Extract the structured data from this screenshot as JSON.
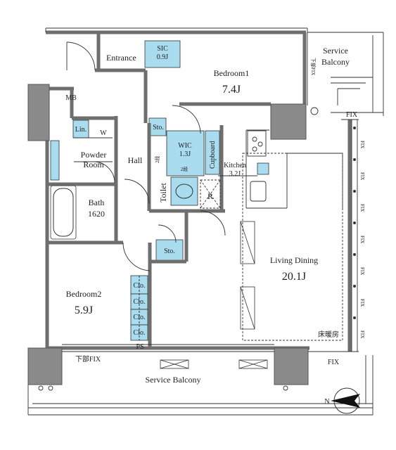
{
  "rooms": {
    "entrance": "Entrance",
    "sic_name": "SIC",
    "sic_size": "0.9J",
    "bedroom1_name": "Bedroom1",
    "bedroom1_size": "7.4J",
    "service_balcony_top_1": "Service",
    "service_balcony_top_2": "Balcony",
    "mb": "MB",
    "lin": "Lin.",
    "w": "W",
    "sto_top": "Sto.",
    "wic_name": "WIC",
    "wic_size": "1.3J",
    "wic_shelf_1": "2段",
    "wic_shelf_2": "2段",
    "cupboard": "Cupboard",
    "kitchen_name": "Kitchen",
    "kitchen_size": "3.2J",
    "powder_1": "Powder",
    "powder_2": "Room",
    "hall": "Hall",
    "toilet": "Toilet",
    "refrigerator": "R",
    "bath_name": "Bath",
    "bath_size": "1620",
    "sto_mid": "Sto.",
    "living_name": "Living Dining",
    "living_size": "20.1J",
    "bedroom2_name": "Bedroom2",
    "bedroom2_size": "5.9J",
    "clo1": "Clo.",
    "clo2": "Clo.",
    "clo3": "Clo.",
    "clo4": "Clo.",
    "ps": "PS",
    "floor_heating": "床暖房",
    "service_balcony_bottom": "Service Balcony"
  },
  "marks": {
    "fix_top": "下部FIX",
    "fix_bottom_left": "下部FIX",
    "fix": "FIX",
    "fix_bottom_right": "FIX",
    "north": "N"
  },
  "colors": {
    "wall": "#6e6e6e",
    "storage": "#a9dcef",
    "line": "#333333"
  }
}
